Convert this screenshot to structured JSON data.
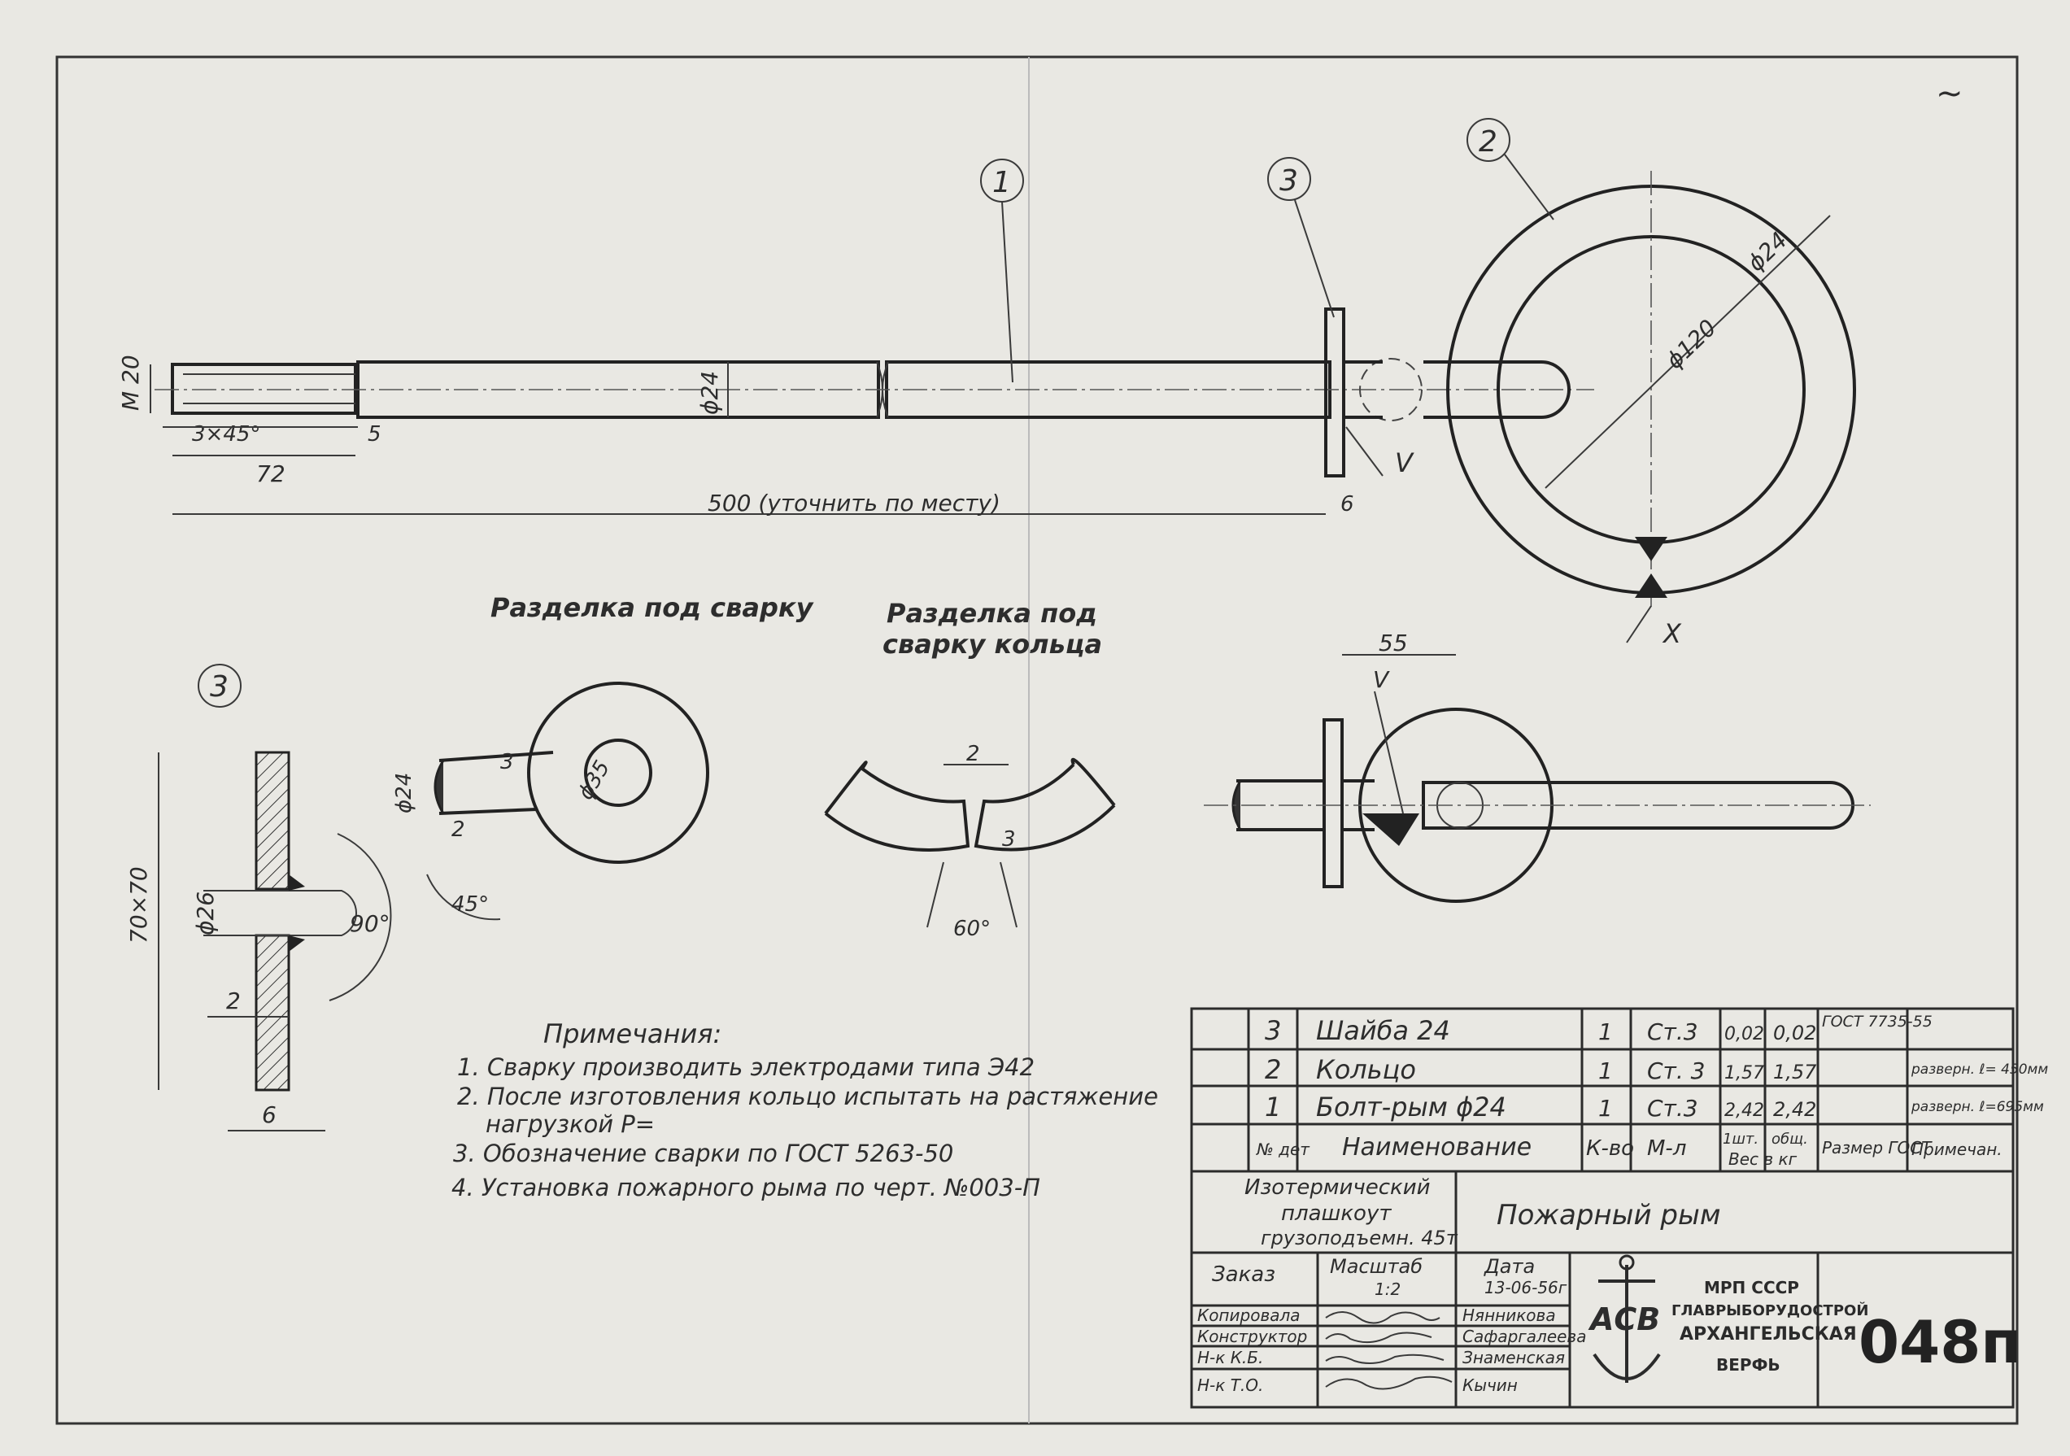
{
  "corner_mark": "~",
  "main_view": {
    "callout_1": "1",
    "callout_2": "2",
    "callout_3": "3",
    "dim_thread": "M 20",
    "dim_chamfer": "3×45°",
    "dim_undercut": "5",
    "dim_thread_len": "72",
    "dim_rod_diam": "ϕ24",
    "dim_length": "500 (уточнить по месту)",
    "dim_washer": "6",
    "weld_v": "V",
    "dim_ring_outer": "ϕ120",
    "dim_ring_rod": "ϕ24",
    "weld_x": "X"
  },
  "washer_view": {
    "callout": "3",
    "dim_size": "70×70",
    "dim_hole": "ϕ26",
    "dim_angle": "90°",
    "dim_gap": "2",
    "dim_thickness": "6"
  },
  "weld_prep": {
    "title": "Разделка под сварку",
    "dim_d24": "ϕ24",
    "dim_d35": "ϕ35",
    "dim_3": "3",
    "dim_2": "2",
    "dim_45": "45°"
  },
  "ring_weld_prep": {
    "title_line1": "Разделка под",
    "title_line2": "сварку кольца",
    "dim_gap": "2",
    "dim_3": "3",
    "dim_angle": "60°"
  },
  "side_view": {
    "dim_55": "55",
    "weld_v": "V"
  },
  "notes": {
    "title": "Примечания:",
    "items": [
      "1. Сварку производить электродами типа Э42",
      "2. После изготовления кольцо испытать на растяжение",
      "нагрузкой P=",
      "3.  Обозначение сварки по ГОСТ 5263-50",
      "4.  Установка  пожарного рыма по черт. №003-П"
    ]
  },
  "parts_table": {
    "rows": [
      {
        "pos": "3",
        "name": "Шайба 24",
        "qty": "1",
        "mat": "Ст.3",
        "w1": "0,02",
        "w2": "0,02",
        "size": "ГОСТ 7735-55",
        "note": ""
      },
      {
        "pos": "2",
        "name": "Кольцо",
        "qty": "1",
        "mat": "Ст. 3",
        "w1": "1,57",
        "w2": "1,57",
        "size": "",
        "note": "разверн. ℓ= 450мм"
      },
      {
        "pos": "1",
        "name": "Болт-рым  ϕ24",
        "qty": "1",
        "mat": "Ст.3",
        "w1": "2,42",
        "w2": "2,42",
        "size": "",
        "note": "разверн. ℓ=695мм"
      }
    ],
    "header": {
      "pos": "№ дет",
      "name": "Наименование",
      "qty": "К-во",
      "mat": "М-л",
      "w1": "1шт.",
      "w2": "общ.",
      "weight": "Вес в кг",
      "size": "Размер ГОСТ",
      "note": "Примечан."
    }
  },
  "title_block": {
    "project_line1": "Изотермический",
    "project_line2": "плашкоут",
    "project_line3": "грузоподъемн. 45т",
    "drawing_title": "Пожарный рым",
    "order_label": "Заказ",
    "scale_label": "Масштаб",
    "scale_value": "1:2",
    "date_label": "Дата",
    "date_value": "13-06-56г",
    "roles": [
      {
        "role": "Копировала",
        "name": "Нянникова"
      },
      {
        "role": "Конструктор",
        "name": "Сафаргалеева"
      },
      {
        "role": "Н-к К.Б.",
        "name": "Знаменская"
      },
      {
        "role": "Н-к Т.О.",
        "name": "Кычин"
      }
    ],
    "org_line1": "МРП СССР",
    "org_line2": "ГЛАВРЫБОРУДОСТРОЙ",
    "org_line3": "АРХАНГЕЛЬСКАЯ",
    "org_line4": "ВЕРФЬ",
    "logo_letters": "АСВ",
    "drawing_number": "048п"
  }
}
